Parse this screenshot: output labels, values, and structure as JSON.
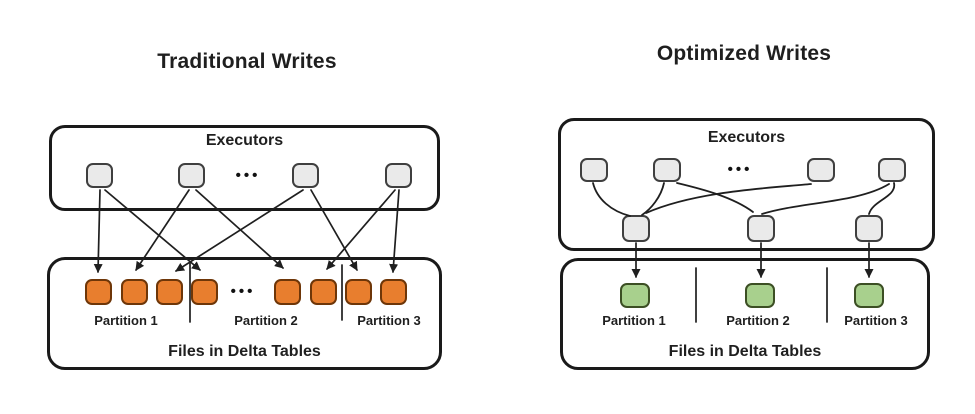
{
  "colors": {
    "executor_box_fill": "#EAEAEA",
    "executor_box_border": "#3F3F3F",
    "file_orange_fill": "#E87E2E",
    "file_orange_border": "#6E3608",
    "file_green_fill": "#A8D08D",
    "file_green_border": "#3C4F24",
    "container_border": "#1A1A1A",
    "arrow_color": "#1F1F1F",
    "text_color": "#1F1F1F",
    "background": "#FFFFFF"
  },
  "left": {
    "title": "Traditional Writes",
    "executors": {
      "label": "Executors",
      "ellipsis": "•••",
      "visible_executor_count": 4
    },
    "files": {
      "label": "Files in Delta Tables",
      "ellipsis": "•••",
      "partitions": [
        {
          "label": "Partition 1",
          "visible_file_count": 3
        },
        {
          "label": "Partition 2",
          "visible_file_count": 3
        },
        {
          "label": "Partition 3",
          "visible_file_count": 2
        }
      ]
    },
    "edges": [
      {
        "from": "executor-1",
        "to": "file-1"
      },
      {
        "from": "executor-1",
        "to": "file-4"
      },
      {
        "from": "executor-2",
        "to": "file-2"
      },
      {
        "from": "executor-2",
        "to": "file-5"
      },
      {
        "from": "executor-3",
        "to": "file-3"
      },
      {
        "from": "executor-3",
        "to": "file-7"
      },
      {
        "from": "executor-4",
        "to": "file-6"
      },
      {
        "from": "executor-4",
        "to": "file-8"
      }
    ]
  },
  "right": {
    "title": "Optimized Writes",
    "executors": {
      "label": "Executors",
      "ellipsis": "•••",
      "visible_executor_count": 4,
      "shuffle_node_count": 3
    },
    "files": {
      "label": "Files in Delta Tables",
      "partitions": [
        {
          "label": "Partition 1",
          "visible_file_count": 1
        },
        {
          "label": "Partition 2",
          "visible_file_count": 1
        },
        {
          "label": "Partition 3",
          "visible_file_count": 1
        }
      ]
    },
    "edges": [
      {
        "from": "executor-1",
        "to": "shuffle-1"
      },
      {
        "from": "executor-2",
        "to": "shuffle-1"
      },
      {
        "from": "executor-2",
        "to": "shuffle-2"
      },
      {
        "from": "executor-3",
        "to": "shuffle-1"
      },
      {
        "from": "executor-4",
        "to": "shuffle-2"
      },
      {
        "from": "executor-4",
        "to": "shuffle-3"
      },
      {
        "from": "shuffle-1",
        "to": "file-1"
      },
      {
        "from": "shuffle-2",
        "to": "file-2"
      },
      {
        "from": "shuffle-3",
        "to": "file-3"
      }
    ]
  }
}
